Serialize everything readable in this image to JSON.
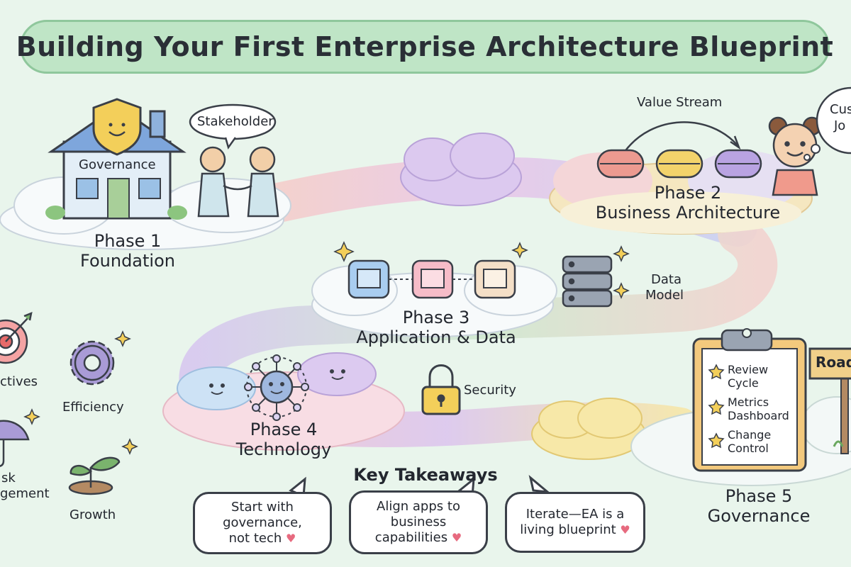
{
  "title": "Building Your First Enterprise Architecture Blueprint",
  "phases": [
    {
      "line1": "Phase 1",
      "line2": "Foundation"
    },
    {
      "line1": "Phase 2",
      "line2": "Business Architecture"
    },
    {
      "line1": "Phase 3",
      "line2": "Application & Data"
    },
    {
      "line1": "Phase 4",
      "line2": "Technology"
    },
    {
      "line1": "Phase 5",
      "line2": "Governance"
    }
  ],
  "labels": {
    "governance_house": "Governance",
    "stakeholder": "Stakeholder",
    "value_stream": "Value Stream",
    "customer_journey_1": "Cus",
    "customer_journey_2": "Jo",
    "data_model_1": "Data",
    "data_model_2": "Model",
    "security": "Security",
    "roadmap": "Road"
  },
  "benefits": [
    {
      "label": "ctives"
    },
    {
      "label": "Efficiency"
    },
    {
      "line1": "sk",
      "line2": "gement"
    },
    {
      "label": "Growth"
    }
  ],
  "checklist": [
    "Review Cycle",
    "Metrics Dashboard",
    "Change Control"
  ],
  "checklist_lines": [
    [
      "Review",
      "Cycle"
    ],
    [
      "Metrics",
      "Dashboard"
    ],
    [
      "Change",
      "Control"
    ]
  ],
  "takeaways": {
    "heading": "Key Takeaways",
    "items": [
      {
        "line1": "Start with",
        "line2": "governance,",
        "line3": "not tech"
      },
      {
        "line1": "Align apps to",
        "line2": "business",
        "line3": "capabilities"
      },
      {
        "line1": "Iterate—EA is a",
        "line2": "living blueprint"
      }
    ]
  },
  "colors": {
    "background": "#e9f5ec",
    "banner": "#bfe5c6",
    "path_pink": "#f6c9c9",
    "path_purple": "#d4c4ec",
    "path_green": "#c8e8cc",
    "shield": "#f3cf5a",
    "heart": "#e76a7f"
  }
}
